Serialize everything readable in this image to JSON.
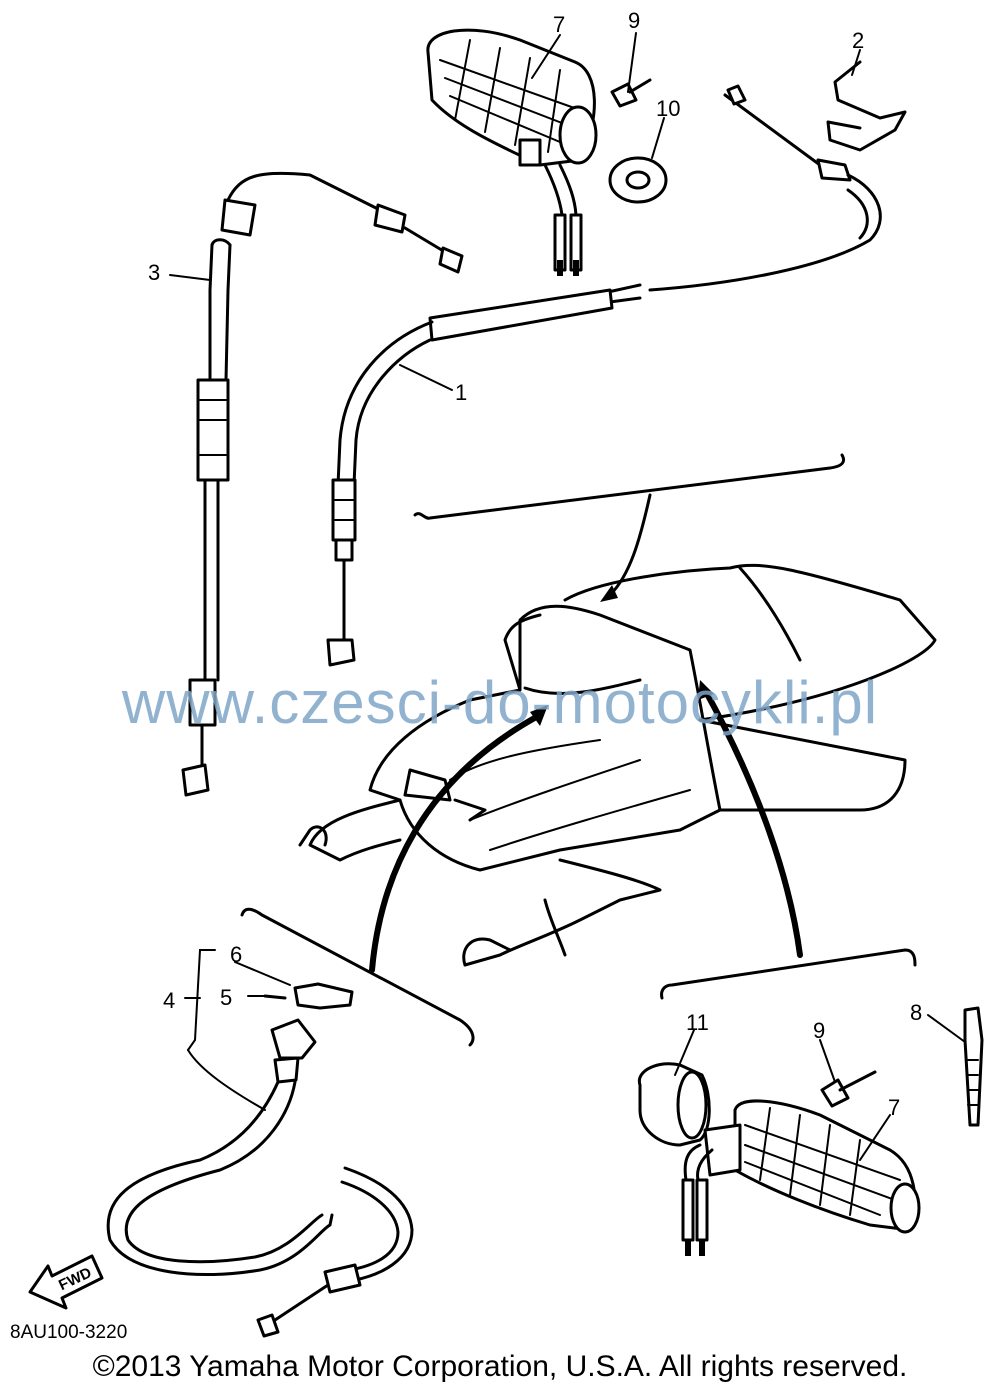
{
  "callouts": {
    "c1": "1",
    "c2": "2",
    "c3": "3",
    "c4": "4",
    "c5": "5",
    "c6": "6",
    "c7a": "7",
    "c7b": "7",
    "c8": "8",
    "c9a": "9",
    "c9b": "9",
    "c10": "10",
    "c11": "11"
  },
  "fwd_label": "FWD",
  "drawing_code": "8AU100-3220",
  "watermark": "www.czesci-do-motocykli.pl",
  "copyright": "©2013 Yamaha Motor Corporation, U.S.A. All rights reserved.",
  "colors": {
    "line": "#000000",
    "watermark": "#7fa6c8",
    "background": "#ffffff"
  }
}
